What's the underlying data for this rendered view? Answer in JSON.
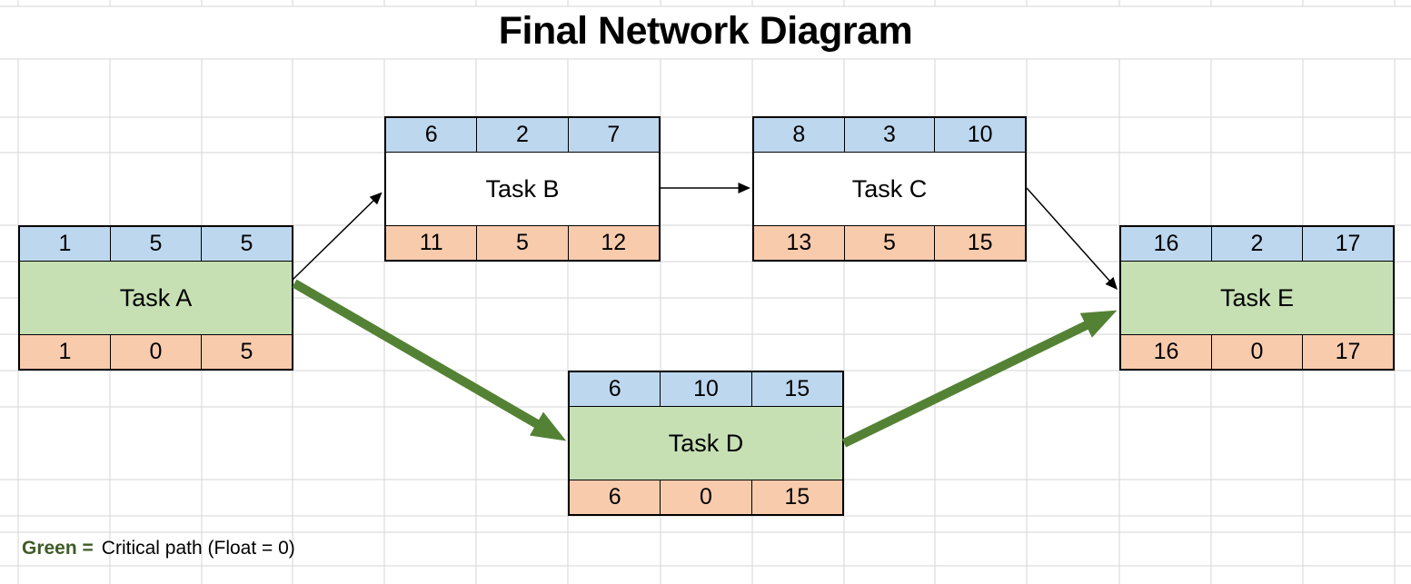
{
  "title": "Final Network Diagram",
  "legend": {
    "key": "Green =",
    "description": "Critical path (Float = 0)"
  },
  "colors": {
    "node_top_fill": "#bdd7ee",
    "node_bottom_fill": "#f8cbad",
    "critical_fill": "#c6e0b4",
    "critical_arrow": "#548235",
    "legend_green_text": "#3e5c26",
    "gridline": "#d6d6d6",
    "border": "#000000"
  },
  "tasks": [
    {
      "id": "A",
      "name": "Task A",
      "critical": true,
      "top": [
        "1",
        "5",
        "5"
      ],
      "bottom": [
        "1",
        "0",
        "5"
      ]
    },
    {
      "id": "B",
      "name": "Task B",
      "critical": false,
      "top": [
        "6",
        "2",
        "7"
      ],
      "bottom": [
        "11",
        "5",
        "12"
      ]
    },
    {
      "id": "C",
      "name": "Task C",
      "critical": false,
      "top": [
        "8",
        "3",
        "10"
      ],
      "bottom": [
        "13",
        "5",
        "15"
      ]
    },
    {
      "id": "D",
      "name": "Task D",
      "critical": true,
      "top": [
        "6",
        "10",
        "15"
      ],
      "bottom": [
        "6",
        "0",
        "15"
      ]
    },
    {
      "id": "E",
      "name": "Task E",
      "critical": true,
      "top": [
        "16",
        "2",
        "17"
      ],
      "bottom": [
        "16",
        "0",
        "17"
      ]
    }
  ],
  "edges": [
    {
      "from": "A",
      "to": "B",
      "critical": false
    },
    {
      "from": "A",
      "to": "D",
      "critical": true
    },
    {
      "from": "B",
      "to": "C",
      "critical": false
    },
    {
      "from": "C",
      "to": "E",
      "critical": false
    },
    {
      "from": "D",
      "to": "E",
      "critical": true
    }
  ]
}
